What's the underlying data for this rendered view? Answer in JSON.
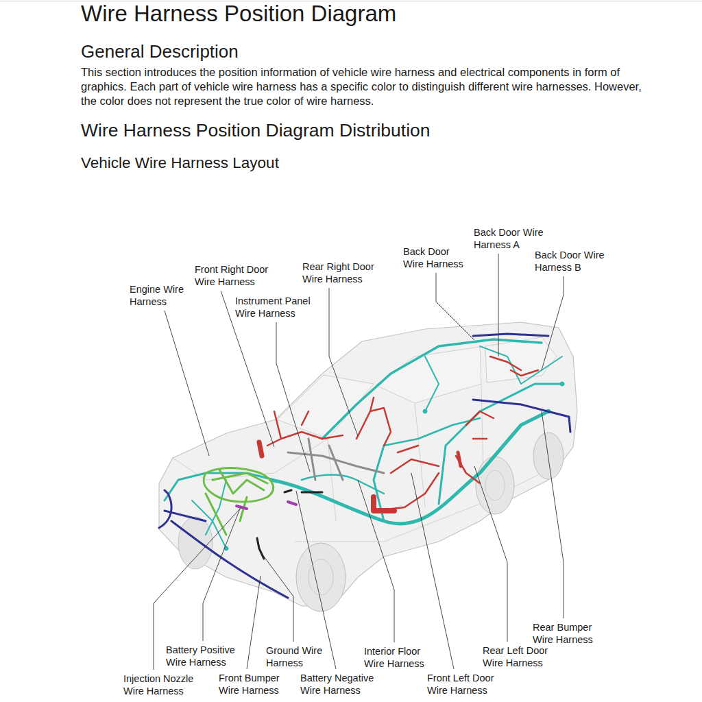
{
  "diagram": {
    "title": "Wire Harness Position Diagram",
    "labels": [
      "General Description",
      "This section introduces the position information of vehicle wire harness and electrical components in form of graphics. Each part of vehicle wire harness has a specific color to distinguish different wire harnesses. However, the color does not represent the true color of wire harness.",
      "Wire Harness Position Diagram Distribution",
      "Vehicle Wire Harness Layout",
      "Back Door Wire Harness A",
      "Back Door Wire Harness",
      "Back Door Wire Harness B",
      "Rear Right Door Wire Harness",
      "Front Right Door Wire Harness",
      "Engine Wire Harness",
      "Instrument Panel Wire Harness",
      "Rear Bumper Wire Harness",
      "Battery Positive Wire Harness",
      "Ground Wire Harness",
      "Interior Floor Wire Harness",
      "Rear Left Door Wire Harness",
      "Injection Nozzle Wire Harness",
      "Front Bumper Wire Harness",
      "Battery Negative Wire Harness",
      "Front Left Door Wire Harness"
    ]
  }
}
